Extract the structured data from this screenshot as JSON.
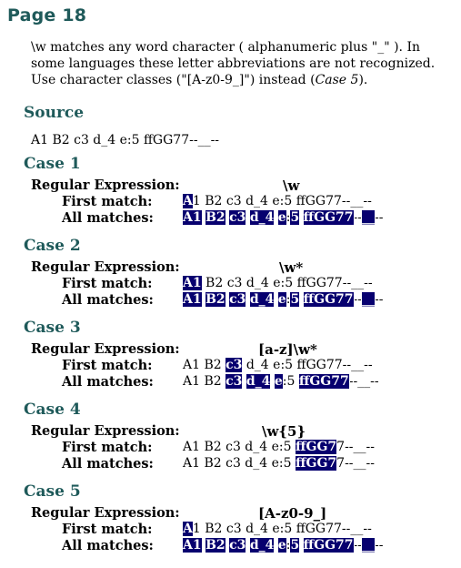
{
  "page_title": "Page 18",
  "intro": {
    "part1": "\\w matches any word character ( alphanumeric plus \"_\" ). In some languages these letter abbreviations are not recognized. Use character classes (\"[A-z0-9_]\") instead (",
    "case_ref": "Case 5",
    "part2": ")."
  },
  "source": {
    "heading": "Source",
    "text": "A1 B2 c3 d_4 e:5 ffGG77--__--"
  },
  "labels": {
    "regex": "Regular Expression:",
    "first": "First match:",
    "all": "All matches:"
  },
  "colors": {
    "heading": "#1f5a5a",
    "highlight_bg": "#07006f",
    "highlight_fg": "#ffffff"
  },
  "cases": [
    {
      "heading": "Case 1",
      "regex": "\\w",
      "first": [
        {
          "t": "A",
          "h": true
        },
        {
          "t": "1 B2 c3 d_4 e:5 ffGG77--__--",
          "h": false
        }
      ],
      "all": [
        {
          "t": "A1",
          "h": true
        },
        {
          "t": " ",
          "h": false
        },
        {
          "t": "B2",
          "h": true
        },
        {
          "t": " ",
          "h": false
        },
        {
          "t": "c3",
          "h": true
        },
        {
          "t": " ",
          "h": false
        },
        {
          "t": "d_4",
          "h": true
        },
        {
          "t": " ",
          "h": false
        },
        {
          "t": "e",
          "h": true
        },
        {
          "t": ":",
          "h": false
        },
        {
          "t": "5",
          "h": true
        },
        {
          "t": " ",
          "h": false
        },
        {
          "t": "ffGG77",
          "h": true
        },
        {
          "t": "--",
          "h": false
        },
        {
          "t": "__",
          "h": true
        },
        {
          "t": "--",
          "h": false
        }
      ]
    },
    {
      "heading": "Case 2",
      "regex": "\\w*",
      "first": [
        {
          "t": "A1",
          "h": true
        },
        {
          "t": " B2 c3 d_4 e:5 ffGG77--__--",
          "h": false
        }
      ],
      "all": [
        {
          "t": "A1",
          "h": true
        },
        {
          "t": " ",
          "h": false
        },
        {
          "t": "B2",
          "h": true
        },
        {
          "t": " ",
          "h": false
        },
        {
          "t": "c3",
          "h": true
        },
        {
          "t": " ",
          "h": false
        },
        {
          "t": "d_4",
          "h": true
        },
        {
          "t": " ",
          "h": false
        },
        {
          "t": "e",
          "h": true
        },
        {
          "t": ":",
          "h": false
        },
        {
          "t": "5",
          "h": true
        },
        {
          "t": " ",
          "h": false
        },
        {
          "t": "ffGG77",
          "h": true
        },
        {
          "t": "--",
          "h": false
        },
        {
          "t": "__",
          "h": true
        },
        {
          "t": "--",
          "h": false
        }
      ]
    },
    {
      "heading": "Case 3",
      "regex": "[a-z]\\w*",
      "first": [
        {
          "t": "A1 B2 ",
          "h": false
        },
        {
          "t": "c3",
          "h": true
        },
        {
          "t": " d_4 e:5 ffGG77--__--",
          "h": false
        }
      ],
      "all": [
        {
          "t": "A1 B2 ",
          "h": false
        },
        {
          "t": "c3",
          "h": true
        },
        {
          "t": " ",
          "h": false
        },
        {
          "t": "d_4",
          "h": true
        },
        {
          "t": " ",
          "h": false
        },
        {
          "t": "e",
          "h": true
        },
        {
          "t": ":5 ",
          "h": false
        },
        {
          "t": "ffGG77",
          "h": true
        },
        {
          "t": "--__--",
          "h": false
        }
      ]
    },
    {
      "heading": "Case 4",
      "regex": "\\w{5}",
      "first": [
        {
          "t": "A1 B2 c3 d_4 e:5 ",
          "h": false
        },
        {
          "t": "ffGG7",
          "h": true
        },
        {
          "t": "7--__--",
          "h": false
        }
      ],
      "all": [
        {
          "t": "A1 B2 c3 d_4 e:5 ",
          "h": false
        },
        {
          "t": "ffGG7",
          "h": true
        },
        {
          "t": "7--__--",
          "h": false
        }
      ]
    },
    {
      "heading": "Case 5",
      "regex": "[A-z0-9_]",
      "first": [
        {
          "t": "A",
          "h": true
        },
        {
          "t": "1 B2 c3 d_4 e:5 ffGG77--__--",
          "h": false
        }
      ],
      "all": [
        {
          "t": "A1",
          "h": true
        },
        {
          "t": " ",
          "h": false
        },
        {
          "t": "B2",
          "h": true
        },
        {
          "t": " ",
          "h": false
        },
        {
          "t": "c3",
          "h": true
        },
        {
          "t": " ",
          "h": false
        },
        {
          "t": "d_4",
          "h": true
        },
        {
          "t": " ",
          "h": false
        },
        {
          "t": "e",
          "h": true
        },
        {
          "t": ":",
          "h": false
        },
        {
          "t": "5",
          "h": true
        },
        {
          "t": " ",
          "h": false
        },
        {
          "t": "ffGG77",
          "h": true
        },
        {
          "t": "--",
          "h": false
        },
        {
          "t": "__",
          "h": true
        },
        {
          "t": "--",
          "h": false
        }
      ]
    }
  ]
}
